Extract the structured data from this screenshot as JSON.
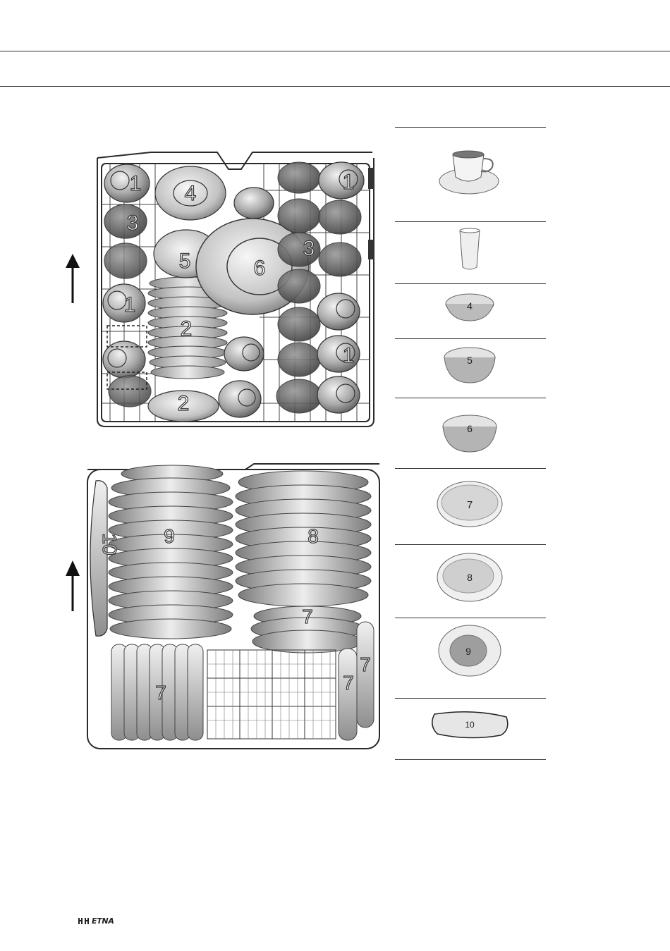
{
  "upper_rack": {
    "labels": [
      {
        "id": "u1a",
        "text": "1"
      },
      {
        "id": "u1b",
        "text": "1"
      },
      {
        "id": "u1c",
        "text": "1"
      },
      {
        "id": "u1d",
        "text": "1"
      },
      {
        "id": "u3a",
        "text": "3"
      },
      {
        "id": "u3b",
        "text": "3"
      },
      {
        "id": "u4",
        "text": "4"
      },
      {
        "id": "u5",
        "text": "5"
      },
      {
        "id": "u6",
        "text": "6"
      },
      {
        "id": "u2a",
        "text": "2"
      },
      {
        "id": "u2b",
        "text": "2"
      }
    ]
  },
  "lower_rack": {
    "labels": [
      {
        "id": "l9",
        "text": "9"
      },
      {
        "id": "l8",
        "text": "8"
      },
      {
        "id": "l10",
        "text": "10"
      },
      {
        "id": "l7a",
        "text": "7"
      },
      {
        "id": "l7b",
        "text": "7"
      },
      {
        "id": "l7c",
        "text": "7"
      },
      {
        "id": "l7d",
        "text": "7"
      }
    ]
  },
  "legend": {
    "items": [
      {
        "id": "cup",
        "icon": "cup-and-saucer-icon",
        "label": ""
      },
      {
        "id": "glass",
        "icon": "glass-icon",
        "label": ""
      },
      {
        "id": "b4",
        "icon": "small-bowl-icon",
        "label": "4"
      },
      {
        "id": "b5",
        "icon": "medium-bowl-icon",
        "label": "5"
      },
      {
        "id": "b6",
        "icon": "large-bowl-icon",
        "label": "6"
      },
      {
        "id": "p7",
        "icon": "dessert-plate-icon",
        "label": "7"
      },
      {
        "id": "p8",
        "icon": "flat-plate-icon",
        "label": "8"
      },
      {
        "id": "p9",
        "icon": "soup-plate-icon",
        "label": "9"
      },
      {
        "id": "p10",
        "icon": "oval-platter-icon",
        "label": "10"
      }
    ]
  },
  "footer": {
    "brand": "ETNA"
  },
  "colors": {
    "line": "#333333",
    "dish_light": "#e6e6e6",
    "dish_mid": "#b5b5b5",
    "dish_dark": "#7a7a7a"
  }
}
